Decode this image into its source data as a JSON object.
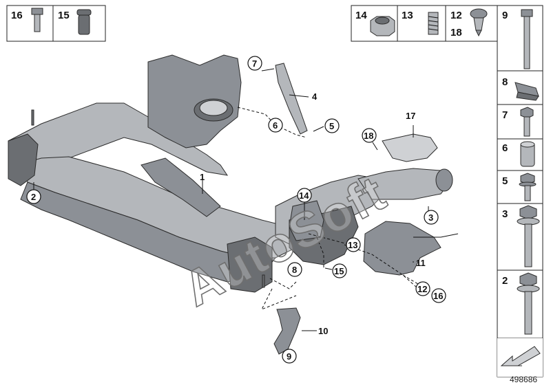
{
  "diagram": {
    "document_id": "498686",
    "watermark": "AutoSoft",
    "legend_top_left": [
      {
        "number": "16",
        "part_icon": "bolt-icon"
      },
      {
        "number": "15",
        "part_icon": "sleeve-nut-icon"
      }
    ],
    "legend_top_right": [
      {
        "number": "14",
        "part_icon": "hex-nut-icon"
      },
      {
        "number": "13",
        "part_icon": "threaded-insert-icon"
      },
      {
        "number": "12",
        "part_icon": "expansion-rivet-icon"
      },
      {
        "number": "18",
        "part_icon": "expansion-rivet-icon"
      }
    ],
    "legend_right_column": [
      {
        "number": "9",
        "part_icon": "long-bolt-icon"
      },
      {
        "number": "8",
        "part_icon": "bracket-icon"
      },
      {
        "number": "7",
        "part_icon": "screw-icon"
      },
      {
        "number": "6",
        "part_icon": "bushing-sleeve-icon"
      },
      {
        "number": "5",
        "part_icon": "flange-screw-icon"
      },
      {
        "number": "3",
        "part_icon": "collar-bolt-icon"
      },
      {
        "number": "2",
        "part_icon": "collar-bolt-icon"
      }
    ],
    "callouts": {
      "c1": "1",
      "c2": "2",
      "c3": "3",
      "c4": "4",
      "c5": "5",
      "c6": "6",
      "c7": "7",
      "c8": "8",
      "c9": "9",
      "c10": "10",
      "c11": "11",
      "c12": "12",
      "c13": "13",
      "c14": "14",
      "c15": "15",
      "c16": "16",
      "c17": "17",
      "c18": "18"
    },
    "nav_icon": "arrow-icon"
  }
}
